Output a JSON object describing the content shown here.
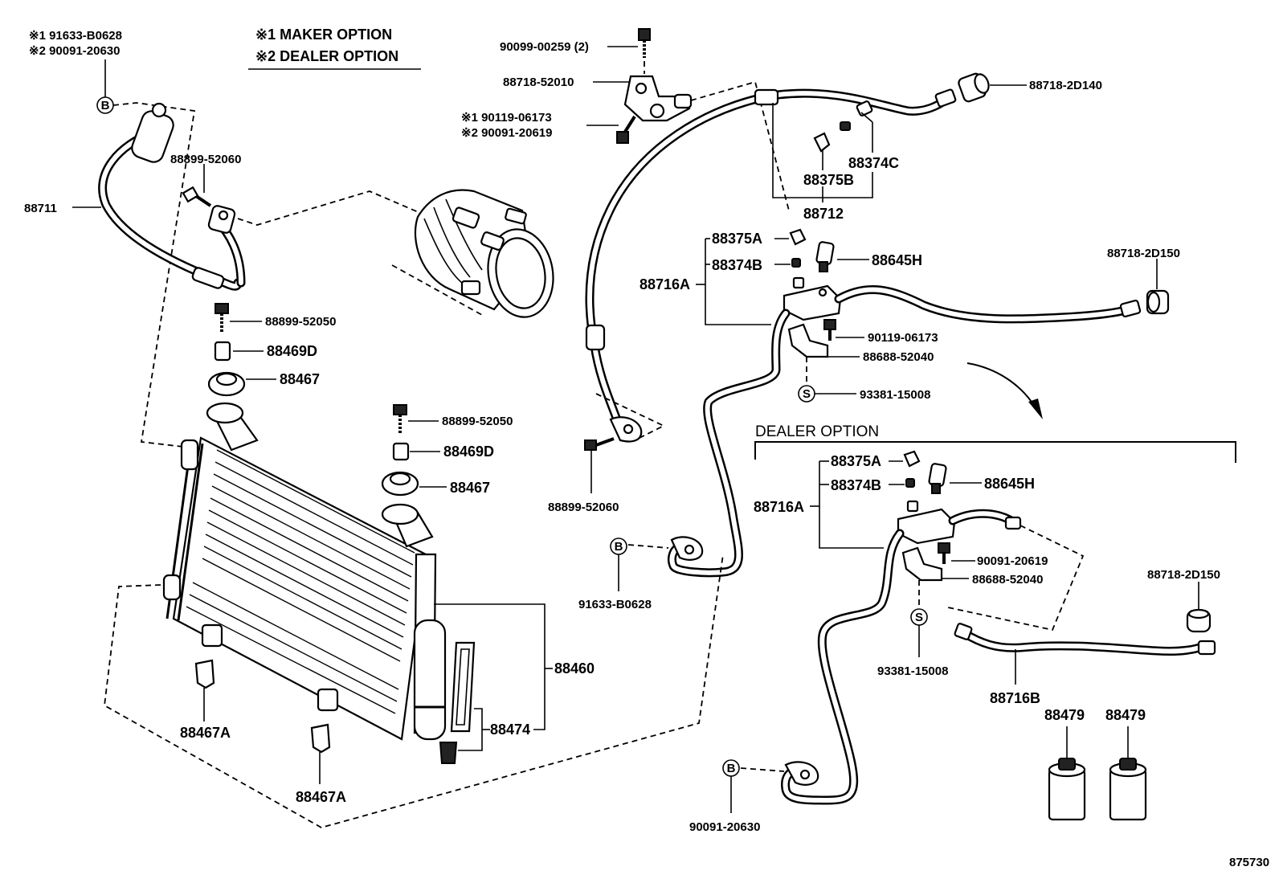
{
  "notes": {
    "left_line1": "※1 91633-B0628",
    "left_line2": "※2 90091-20630",
    "legend_1": "※1 MAKER OPTION",
    "legend_2": "※2 DEALER OPTION",
    "bolt_line1": "※1 90119-06173",
    "bolt_line2": "※2 90091-20619"
  },
  "callouts": {
    "b": "B",
    "s": "S"
  },
  "section": {
    "dealer_option": "DEALER OPTION"
  },
  "labels": {
    "p90099": "90099-00259 (2)",
    "p88718_52010": "88718-52010",
    "p88718_2D140": "88718-2D140",
    "p88374C": "88374C",
    "p88375B": "88375B",
    "p88712": "88712",
    "p88899_52060_top": "88899-52060",
    "p88711": "88711",
    "p88375A_top": "88375A",
    "p88374B_top": "88374B",
    "p88645H_top": "88645H",
    "p88716A_top": "88716A",
    "p88718_2D150_top": "88718-2D150",
    "p90119_06173": "90119-06173",
    "p88688_top": "88688-52040",
    "p93381_top": "93381-15008",
    "p88899_52050_a": "88899-52050",
    "p88469D_a": "88469D",
    "p88467_a": "88467",
    "p88899_52050_b": "88899-52050",
    "p88469D_b": "88469D",
    "p88467_b": "88467",
    "p88899_52060_mid": "88899-52060",
    "p91633": "91633-B0628",
    "p88460": "88460",
    "p88474": "88474",
    "p88467A_a": "88467A",
    "p88467A_b": "88467A",
    "p88375A_low": "88375A",
    "p88374B_low": "88374B",
    "p88645H_low": "88645H",
    "p88716A_low": "88716A",
    "p90091_20619": "90091-20619",
    "p88688_low": "88688-52040",
    "p88718_2D150_low": "88718-2D150",
    "p93381_low": "93381-15008",
    "p88716B": "88716B",
    "p88479_a": "88479",
    "p88479_b": "88479",
    "p90091_20630": "90091-20630",
    "fig_no": "875730"
  }
}
